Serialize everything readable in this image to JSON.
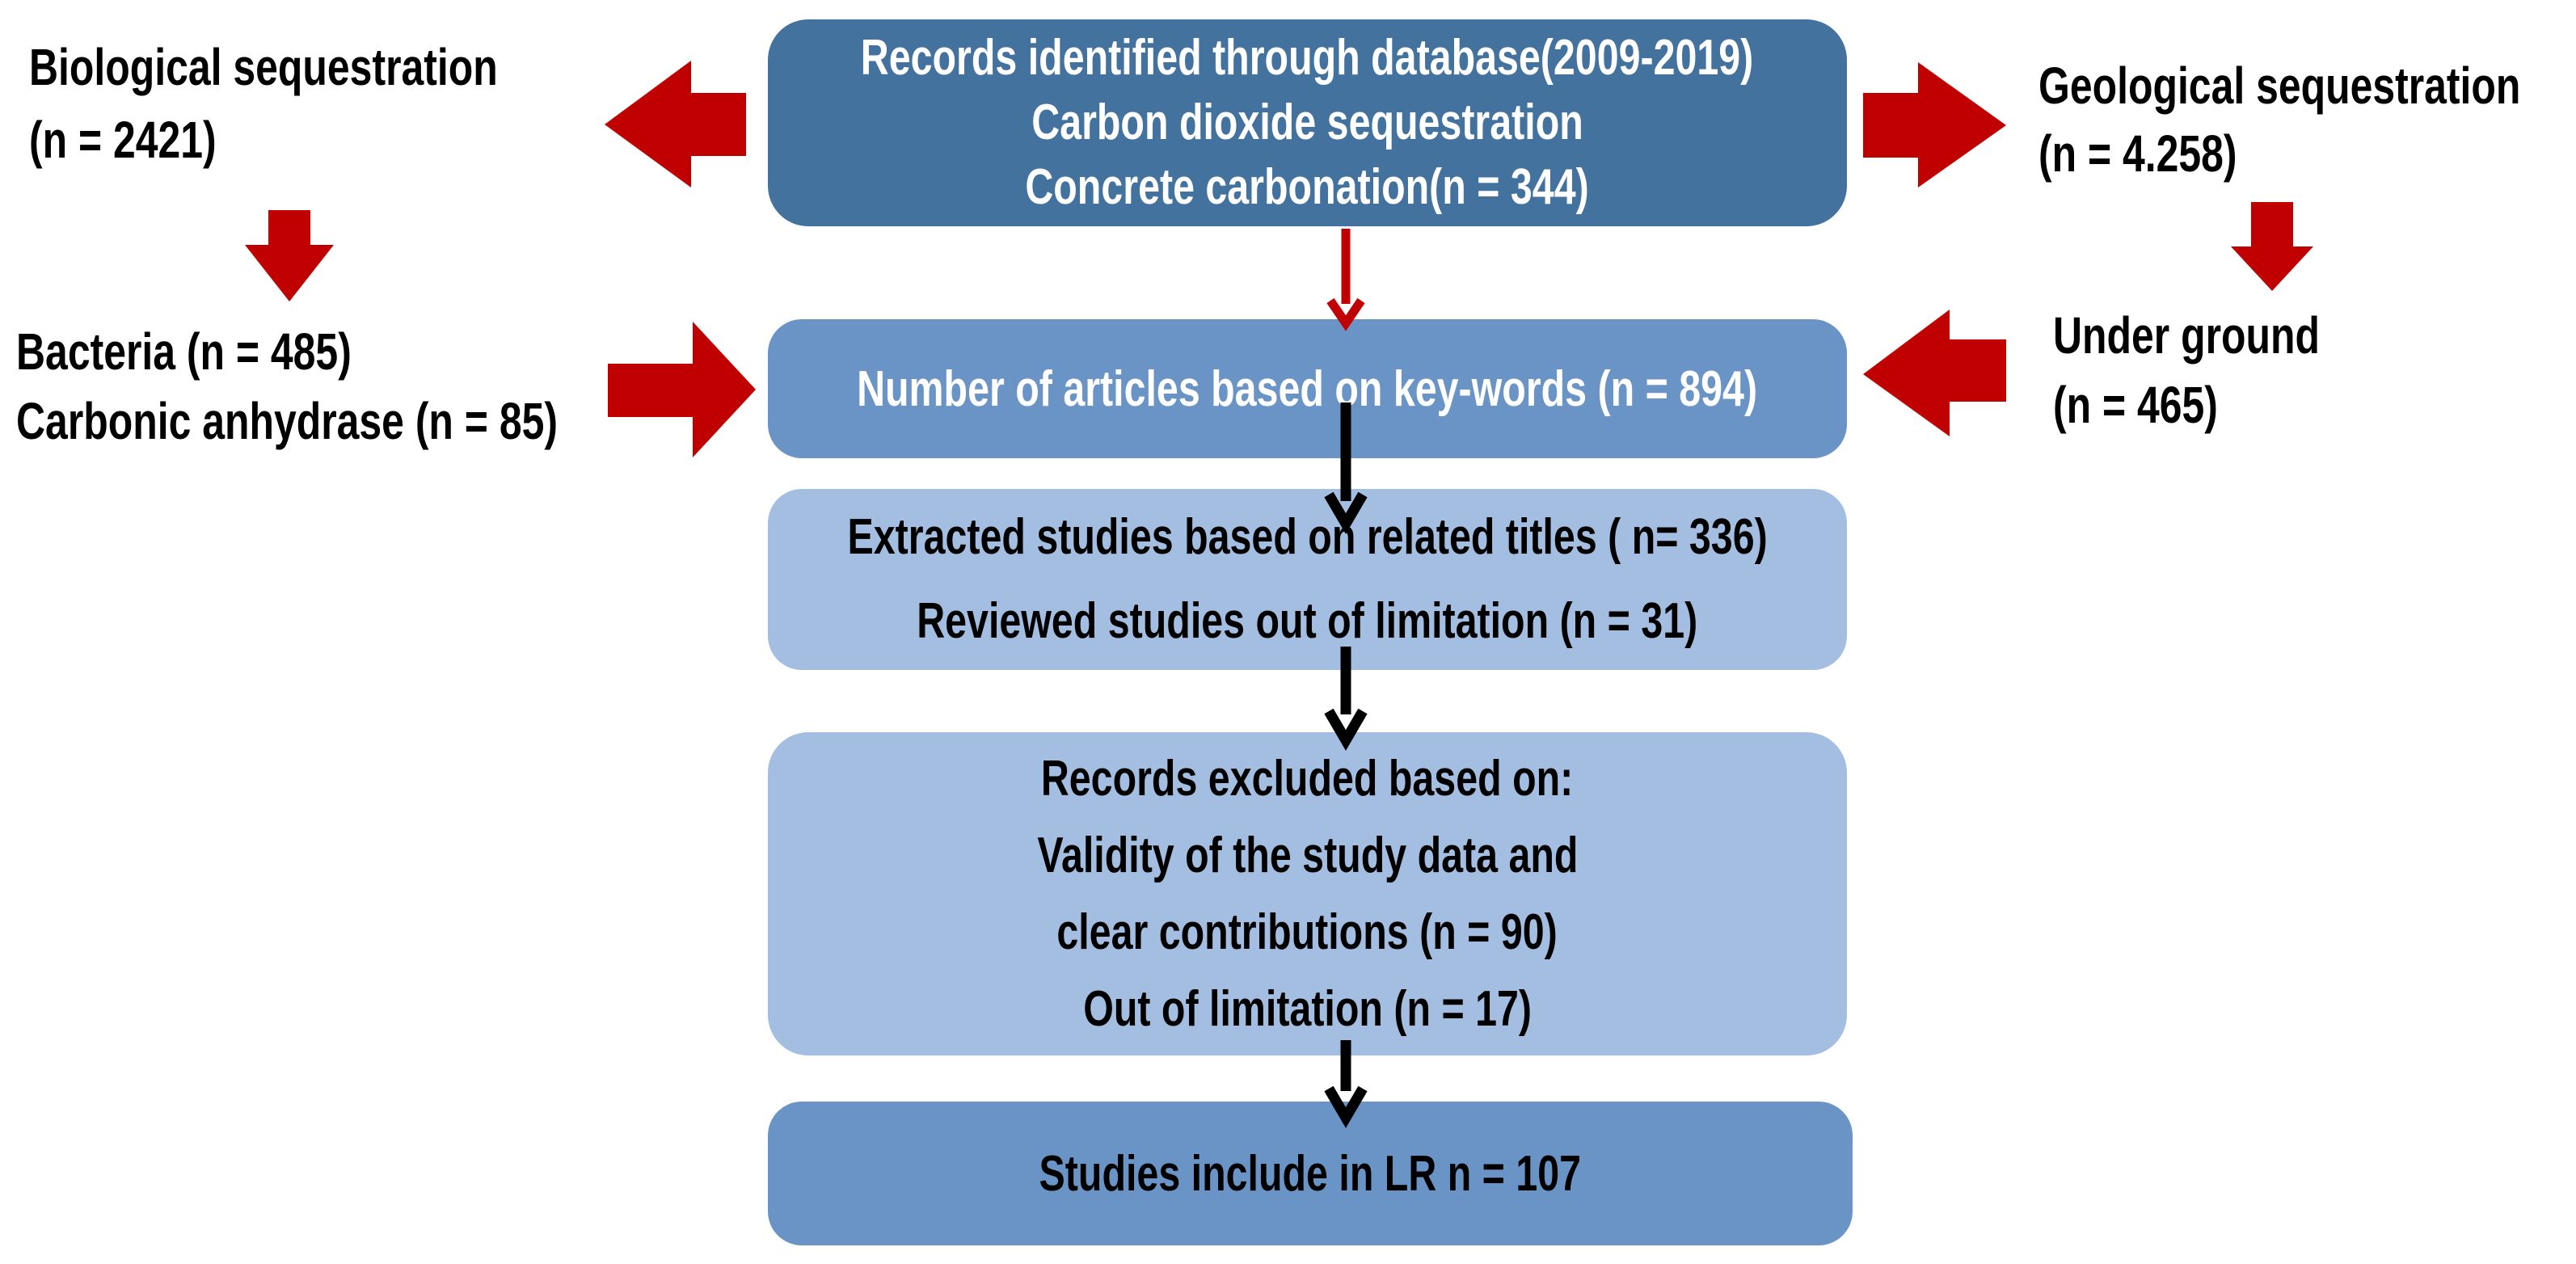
{
  "diagram": {
    "boxes": {
      "records": {
        "line1": "Records identified through database(2009-2019)",
        "line2": "Carbon dioxide sequestration",
        "line3": "Concrete carbonation(n = 344)"
      },
      "keywords": {
        "line1": "Number of articles based on key-words (n = 894)"
      },
      "extracted": {
        "line1": "Extracted studies based on related titles ( n= 336)",
        "line2": "Reviewed studies out of limitation (n = 31)"
      },
      "excluded": {
        "line1": "Records excluded based on:",
        "line2": "Validity of the study data and",
        "line3": "clear contributions (n = 90)",
        "line4": "Out of limitation (n = 17)"
      },
      "included": {
        "line1": "Studies include in LR n = 107"
      }
    },
    "side_labels": {
      "biological": {
        "line1": "Biological sequestration",
        "line2": "(n = 2421)"
      },
      "bacteria": {
        "line1": "Bacteria (n = 485)",
        "line2": "Carbonic anhydrase (n = 85)"
      },
      "geological": {
        "line1": "Geological sequestration",
        "line2": "(n = 4.258)"
      },
      "underground": {
        "line1": "Under ground",
        "line2": "(n = 465)"
      }
    },
    "colors": {
      "box_dark": "#43729E",
      "box_medium": "#6A94C6",
      "box_light": "#A3BEE1",
      "arrow_red": "#C00000",
      "connector_black": "#000000",
      "text_on_dark": "#FFFFFF",
      "text_on_light": "#000000",
      "background": "#FFFFFF"
    }
  }
}
